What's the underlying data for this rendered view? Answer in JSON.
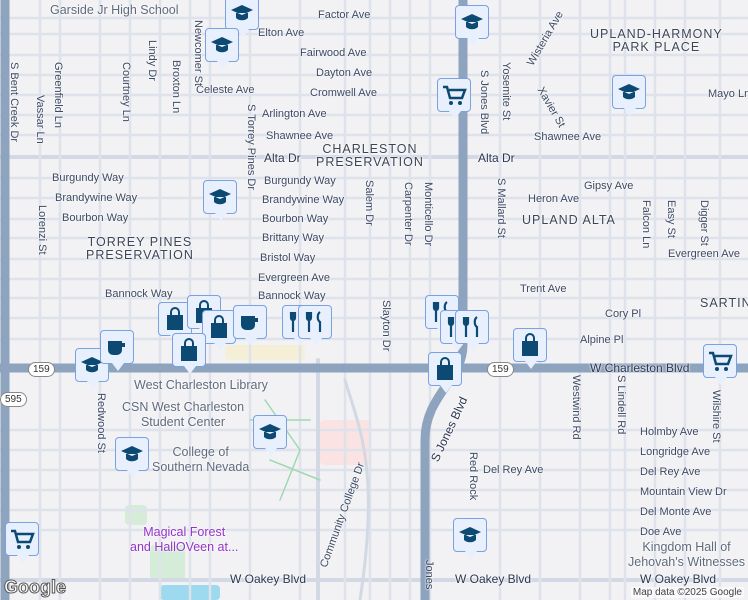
{
  "map": {
    "colors": {
      "background": "#f2f1f4",
      "street": "#dde2eb",
      "arterial": "#8ea3bd",
      "education_pin": "#e8f0fe",
      "icon": "#0d4a73",
      "purple_poi": "#9334c7"
    },
    "streets": [
      "Factor Ave",
      "Elton Ave",
      "Fairwood Ave",
      "Dayton Ave",
      "Cromwell Ave",
      "Celeste Ave",
      "Arlington Ave",
      "Shawnee Ave",
      "Shawnee Ave",
      "Alta Dr",
      "Alta Dr",
      "Burgundy Way",
      "Burgundy Way",
      "Brandywine Way",
      "Brandywine Way",
      "Bourbon Way",
      "Bourbon Way",
      "Brittany Way",
      "Bristol Way",
      "Evergreen Ave",
      "Evergreen Ave",
      "Bannock Way",
      "Bannock Way",
      "Trent Ave",
      "Cory Pl",
      "Alpine Pl",
      "Heron Ave",
      "Gipsy Ave",
      "W Charleston Blvd",
      "Holmby Ave",
      "Longridge Ave",
      "Del Rey Ave",
      "Del Rey Ave",
      "Mountain View Dr",
      "Del Monte Ave",
      "Doe Ave",
      "W Oakey Blvd",
      "W Oakey Blvd",
      "W Oakey Blvd",
      "Mayo Ln",
      "Vassar Ln",
      "Greenfield Ln",
      "S Bent Creek Dr",
      "Courtney Ln",
      "Lindy Dr",
      "Broxton Ln",
      "Newcomer St",
      "S Torrey Pines Dr",
      "Lorenzi St",
      "Salem Dr",
      "Carpenter Dr",
      "Monticello Dr",
      "Slayton Dr",
      "S Jones Blvd",
      "S Jones Blvd",
      "S Mallard St",
      "Yosemite St",
      "Wisteria Ave",
      "Xavier St",
      "Falcon Ln",
      "Easy St",
      "Digger St",
      "Westwind Rd",
      "S Lindell Rd",
      "Wilshire St",
      "Red Rock",
      "Redwood St",
      "Community College Dr",
      "Jones"
    ],
    "areas": [
      "UPLAND-HARMONY\nPARK PLACE",
      "CHARLESTON\nPRESERVATION",
      "TORREY PINES\nPRESERVATION",
      "UPLAND ALTA",
      "SARTIN"
    ],
    "pois": [
      {
        "name": "Garside Jr High School",
        "color": "poi"
      },
      {
        "name": "West Charleston Library",
        "color": "poi"
      },
      {
        "name": "CSN West Charleston\nStudent Center",
        "color": "poi"
      },
      {
        "name": "College of\nSouthern Nevada",
        "color": "poi"
      },
      {
        "name": "Magical Forest\nand HallOVeen at...",
        "color": "purple"
      },
      {
        "name": "Kingdom Hall of\nJehovah's Witnesses",
        "color": "poi"
      }
    ],
    "shields": [
      "159",
      "159",
      "595"
    ],
    "markers": [
      "graduation-cap",
      "graduation-cap",
      "graduation-cap",
      "graduation-cap",
      "graduation-cap",
      "graduation-cap",
      "graduation-cap",
      "graduation-cap",
      "graduation-cap",
      "shopping-cart",
      "shopping-cart",
      "shopping-cart",
      "shopping-bag",
      "shopping-bag",
      "shopping-bag",
      "shopping-bag",
      "shopping-bag",
      "shopping-bag",
      "restaurant",
      "restaurant",
      "restaurant",
      "restaurant",
      "restaurant",
      "coffee",
      "coffee"
    ],
    "attribution": "Map data ©2025 Google",
    "logo": "Google"
  }
}
